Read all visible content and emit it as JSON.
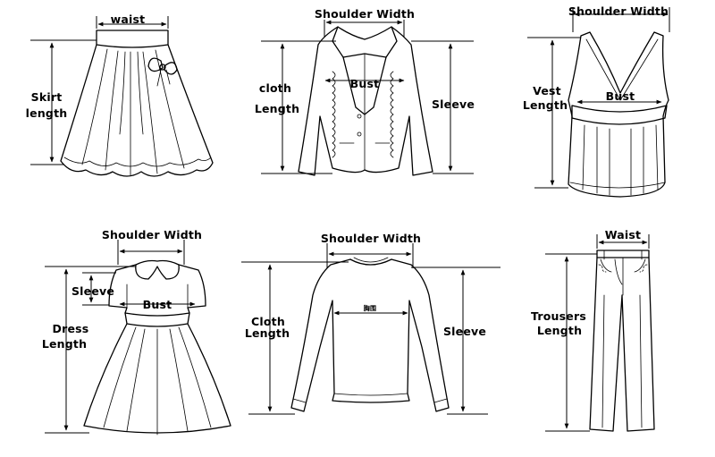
{
  "garments": [
    {
      "id": "skirt",
      "labels": {
        "waist": "waist",
        "length_line1": "Skirt",
        "length_line2": "length"
      }
    },
    {
      "id": "jacket",
      "labels": {
        "shoulder": "Shoulder Width",
        "length_line1": "cloth",
        "length_line2": "Length",
        "bust": "Bust",
        "sleeve": "Sleeve"
      }
    },
    {
      "id": "vest",
      "labels": {
        "shoulder": "Shoulder Width",
        "length_line1": "Vest",
        "length_line2": "Length",
        "bust": "Bust"
      }
    },
    {
      "id": "dress",
      "labels": {
        "shoulder": "Shoulder Width",
        "sleeve": "Sleeve",
        "bust": "Bust",
        "length_line1": "Dress",
        "length_line2": "Length"
      }
    },
    {
      "id": "sweater",
      "labels": {
        "shoulder": "Shoulder Width",
        "bust": "胸围",
        "length_line1": "Cloth",
        "length_line2": "Length",
        "sleeve": "Sleeve"
      }
    },
    {
      "id": "trousers",
      "labels": {
        "waist": "Waist",
        "length_line1": "Trousers",
        "length_line2": "Length"
      }
    }
  ]
}
